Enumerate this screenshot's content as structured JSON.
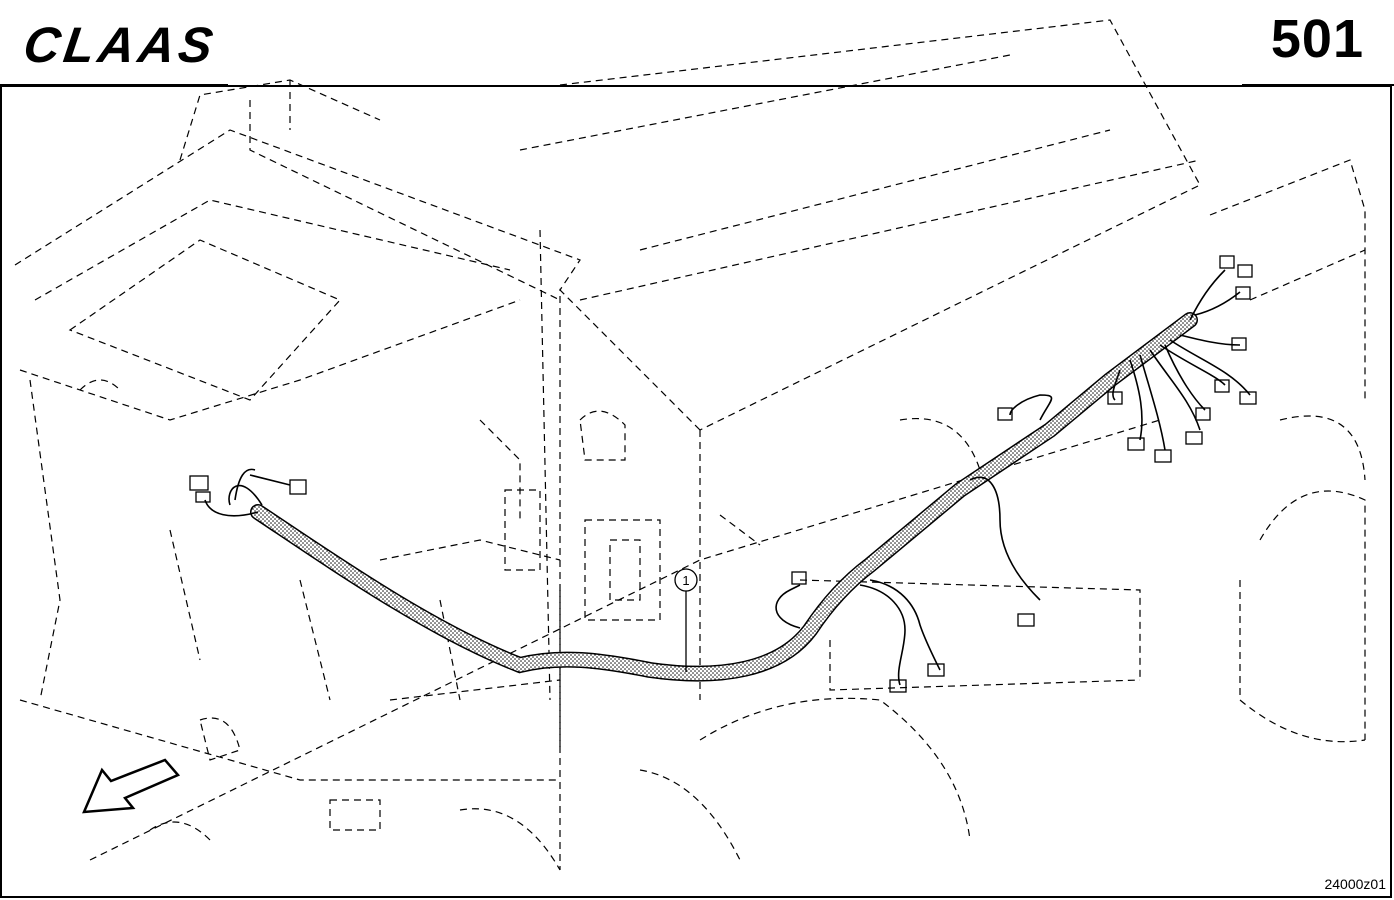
{
  "header": {
    "brand": "CLAAS",
    "page_number": "501"
  },
  "footer": {
    "drawing_code": "24000z01"
  },
  "callouts": [
    {
      "label": "1"
    }
  ],
  "colors": {
    "line": "#000000",
    "background": "#ffffff",
    "harness_fill": "#d9d9d9"
  },
  "icons": {
    "logo": "claas-logo",
    "direction": "direction-arrow-icon"
  }
}
